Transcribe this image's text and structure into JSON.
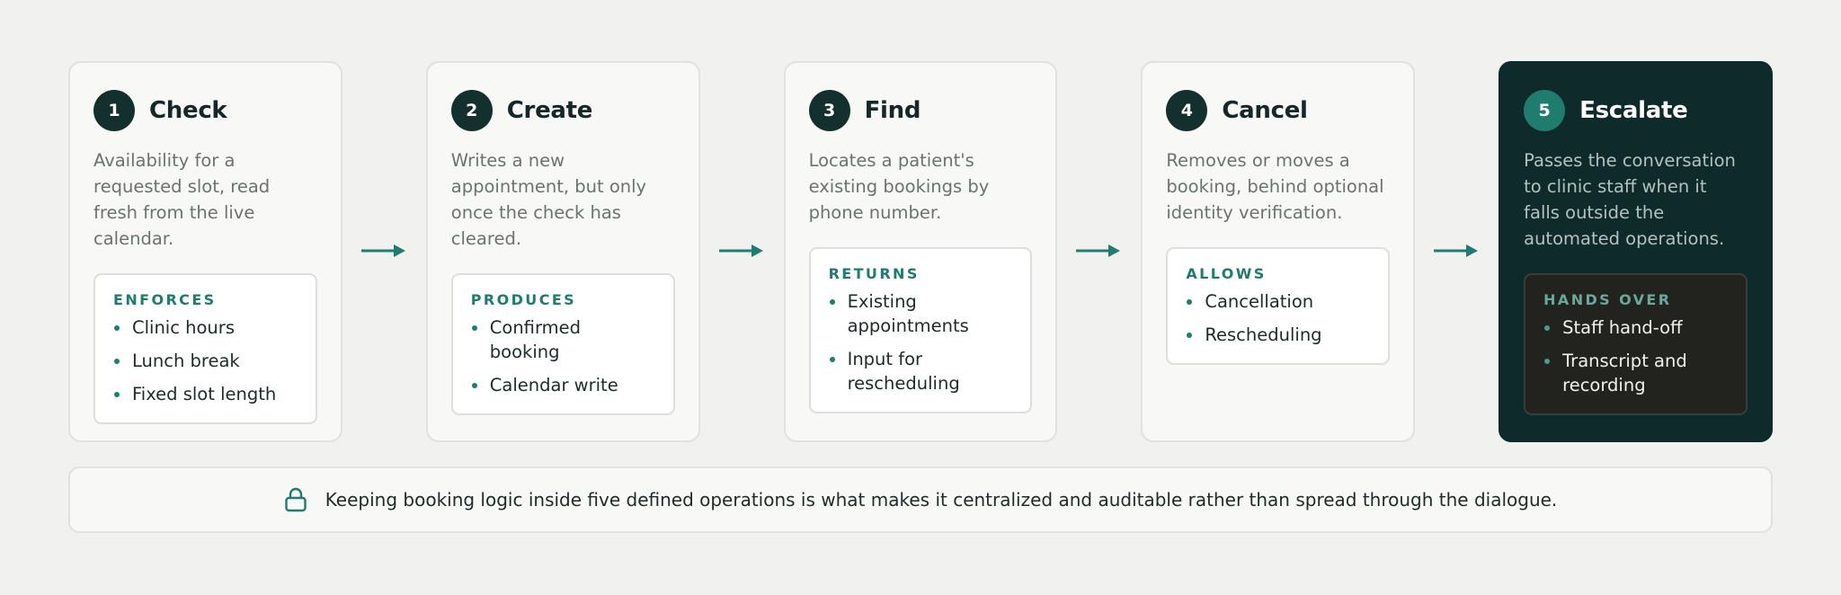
{
  "steps": [
    {
      "number": "1",
      "title": "Check",
      "description": "Availability for a requested slot, read fresh from the live calendar.",
      "box_label": "ENFORCES",
      "items": [
        "Clinic hours",
        "Lunch break",
        "Fixed slot length"
      ]
    },
    {
      "number": "2",
      "title": "Create",
      "description": "Writes a new appointment, but only once the check has cleared.",
      "box_label": "PRODUCES",
      "items": [
        "Confirmed booking",
        "Calendar write"
      ]
    },
    {
      "number": "3",
      "title": "Find",
      "description": "Locates a patient's existing bookings by phone number.",
      "box_label": "RETURNS",
      "items": [
        "Existing appointments",
        "Input for rescheduling"
      ]
    },
    {
      "number": "4",
      "title": "Cancel",
      "description": "Removes or moves a booking, behind optional identity verification.",
      "box_label": "ALLOWS",
      "items": [
        "Cancellation",
        "Rescheduling"
      ]
    },
    {
      "number": "5",
      "title": "Escalate",
      "description": "Passes the conversation to clinic staff when it falls outside the automated operations.",
      "box_label": "HANDS OVER",
      "items": [
        "Staff hand-off",
        "Transcript and recording"
      ]
    }
  ],
  "footer": {
    "icon": "lock-icon",
    "text": "Keeping booking logic inside five defined operations is what makes it centralized and auditable rather than spread through the dialogue."
  },
  "colors": {
    "accent": "#1f7c6e",
    "dark_card": "#0f2a2a",
    "background": "#f1f2ef"
  }
}
